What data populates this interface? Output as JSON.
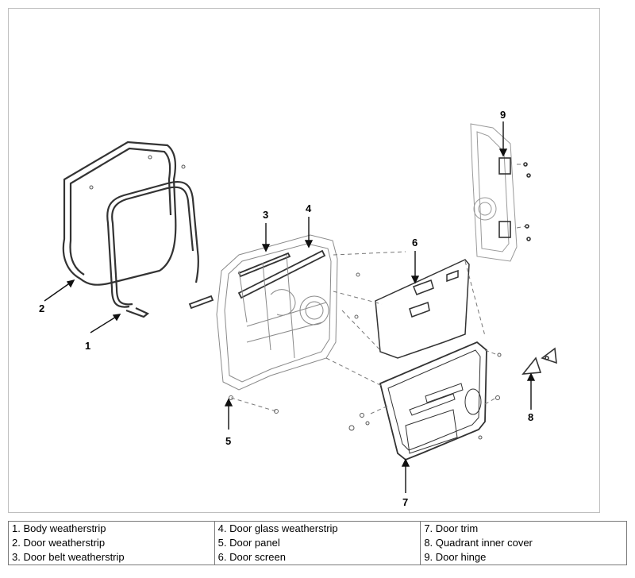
{
  "callouts": [
    "1",
    "2",
    "3",
    "4",
    "5",
    "6",
    "7",
    "8",
    "9"
  ],
  "legend": {
    "columns": [
      [
        "1. Body weatherstrip",
        "2. Door weatherstrip",
        "3. Door belt weatherstrip"
      ],
      [
        "4. Door glass weatherstrip",
        "5. Door panel",
        "6. Door screen"
      ],
      [
        "7. Door trim",
        "8. Quadrant inner cover",
        "9. Door hinge"
      ]
    ]
  }
}
